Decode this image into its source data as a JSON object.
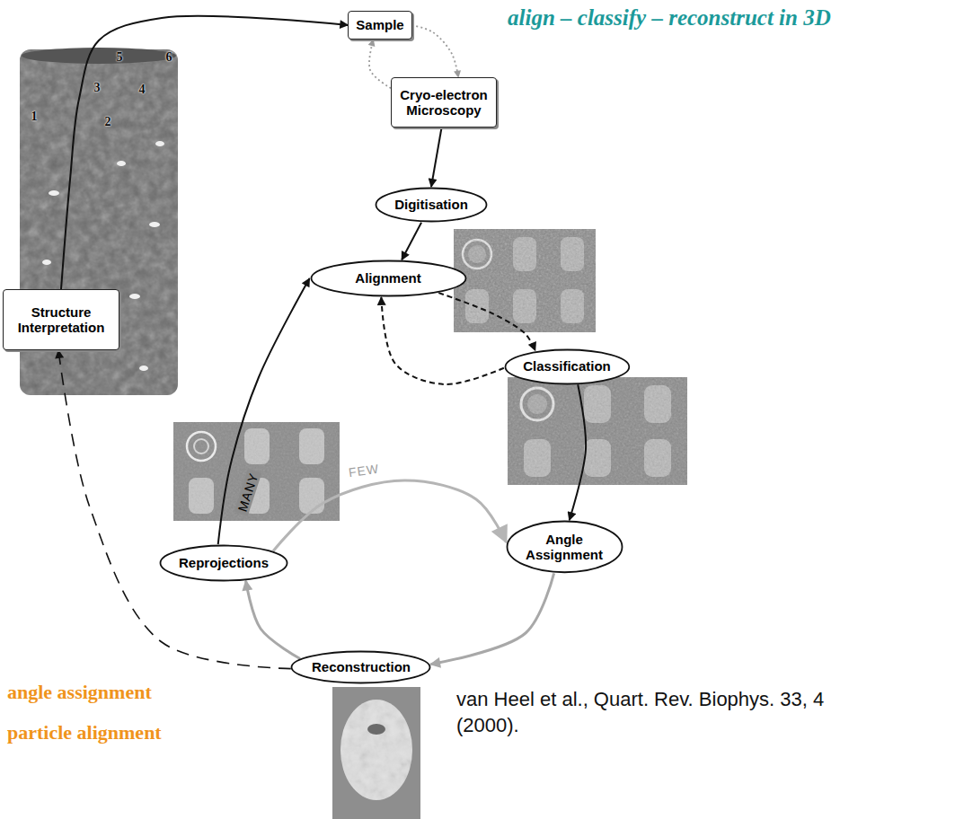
{
  "diagram": {
    "title": "align – classify – reconstruct in 3D",
    "caption": "van Heel et al., Quart. Rev. Biophys. 33, 4 (2000).",
    "nodes": [
      {
        "text": [
          "Sample"
        ]
      },
      {
        "text": [
          "Cryo-electron Microscopy"
        ]
      },
      {
        "text": [
          "Digitisation"
        ]
      },
      {
        "text": [
          "Alignment"
        ]
      },
      {
        "text": [
          "Classification"
        ]
      },
      {
        "text": [
          "Angle Assignment"
        ]
      },
      {
        "text": [
          "Reconstruction"
        ]
      },
      {
        "text": [
          "Reprojections"
        ]
      },
      {
        "text": [
          "Structure Interpretation"
        ]
      }
    ],
    "edges": [
      {
        "from": 0,
        "to": 1,
        "arrow": "to"
      },
      {
        "from": 1,
        "to": 0,
        "arrow": "to"
      },
      {
        "from": 1,
        "to": 2,
        "arrow": "to"
      },
      {
        "from": 2,
        "to": 3,
        "arrow": "to"
      },
      {
        "from": 3,
        "to": 4,
        "arrow": "to"
      },
      {
        "from": 4,
        "to": 3,
        "arrow": "to"
      },
      {
        "from": 4,
        "to": 5,
        "arrow": "to"
      },
      {
        "from": 5,
        "to": 6,
        "arrow": "to"
      },
      {
        "from": 6,
        "to": 7,
        "arrow": "to"
      },
      {
        "from": 7,
        "to": 3,
        "label": "MANY",
        "arrow": "to"
      },
      {
        "from": 7,
        "to": 5,
        "label": "FEW",
        "arrow": "to"
      },
      {
        "from": 6,
        "to": 8,
        "arrow": "to"
      },
      {
        "from": 8,
        "to": 0,
        "arrow": "to"
      }
    ],
    "labels": [
      "5",
      "6",
      "3",
      "4",
      "1",
      "2",
      "angle assignment",
      "particle alignment"
    ]
  }
}
